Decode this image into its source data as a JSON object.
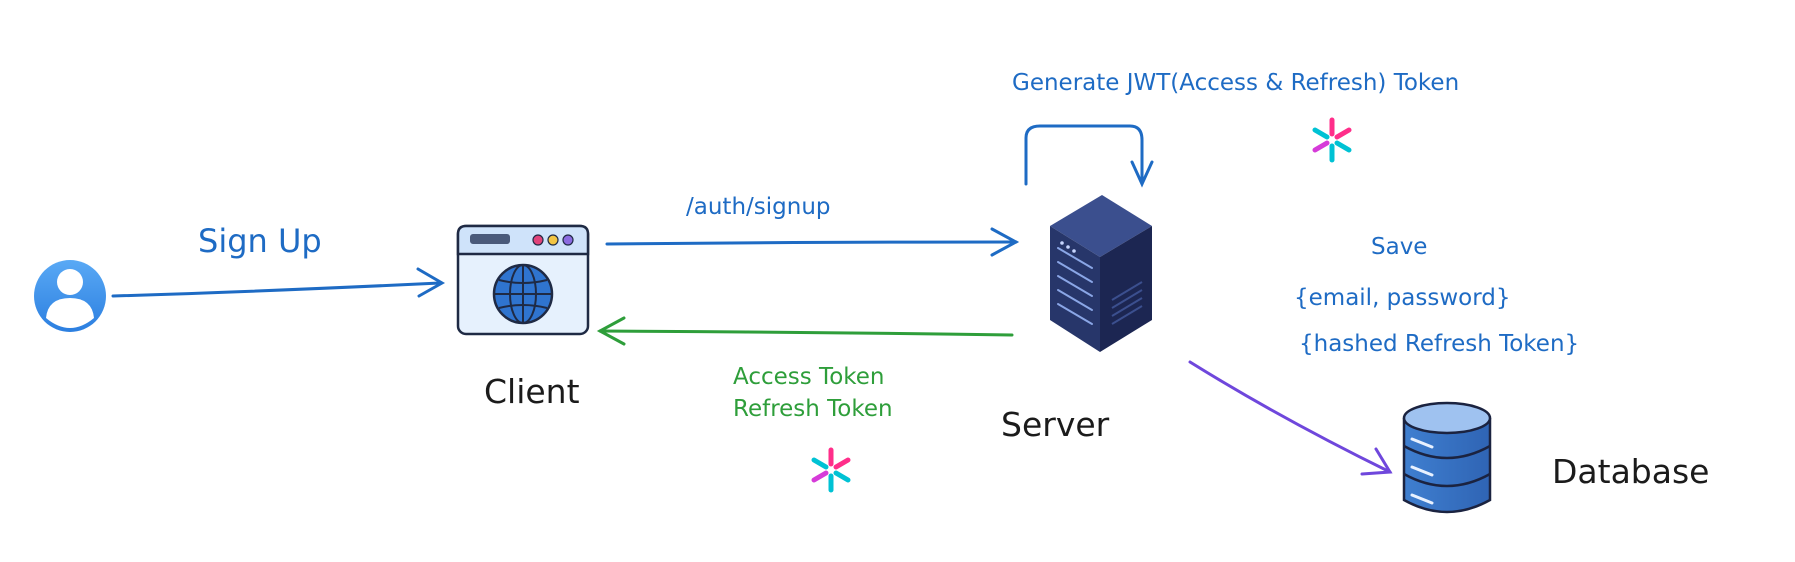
{
  "nodes": {
    "client": {
      "label": "Client"
    },
    "server": {
      "label": "Server"
    },
    "database": {
      "label": "Database"
    }
  },
  "edges": {
    "signup": {
      "label": "Sign Up"
    },
    "request": {
      "label": "/auth/signup"
    },
    "response": {
      "line1": "Access Token",
      "line2": "Refresh Token"
    },
    "generate": {
      "label": "Generate JWT(Access & Refresh) Token"
    },
    "save": {
      "title": "Save",
      "line1": "{email, password}",
      "line2": "{hashed Refresh Token}"
    }
  },
  "icons": [
    "user-icon",
    "browser-window-icon",
    "server-rack-icon",
    "database-icon",
    "jwt-logo-icon"
  ],
  "colors": {
    "blue": "#1e6bc4",
    "green": "#2e9e3a",
    "purple": "#6f47dc",
    "text_dark": "#1b1b1b"
  }
}
